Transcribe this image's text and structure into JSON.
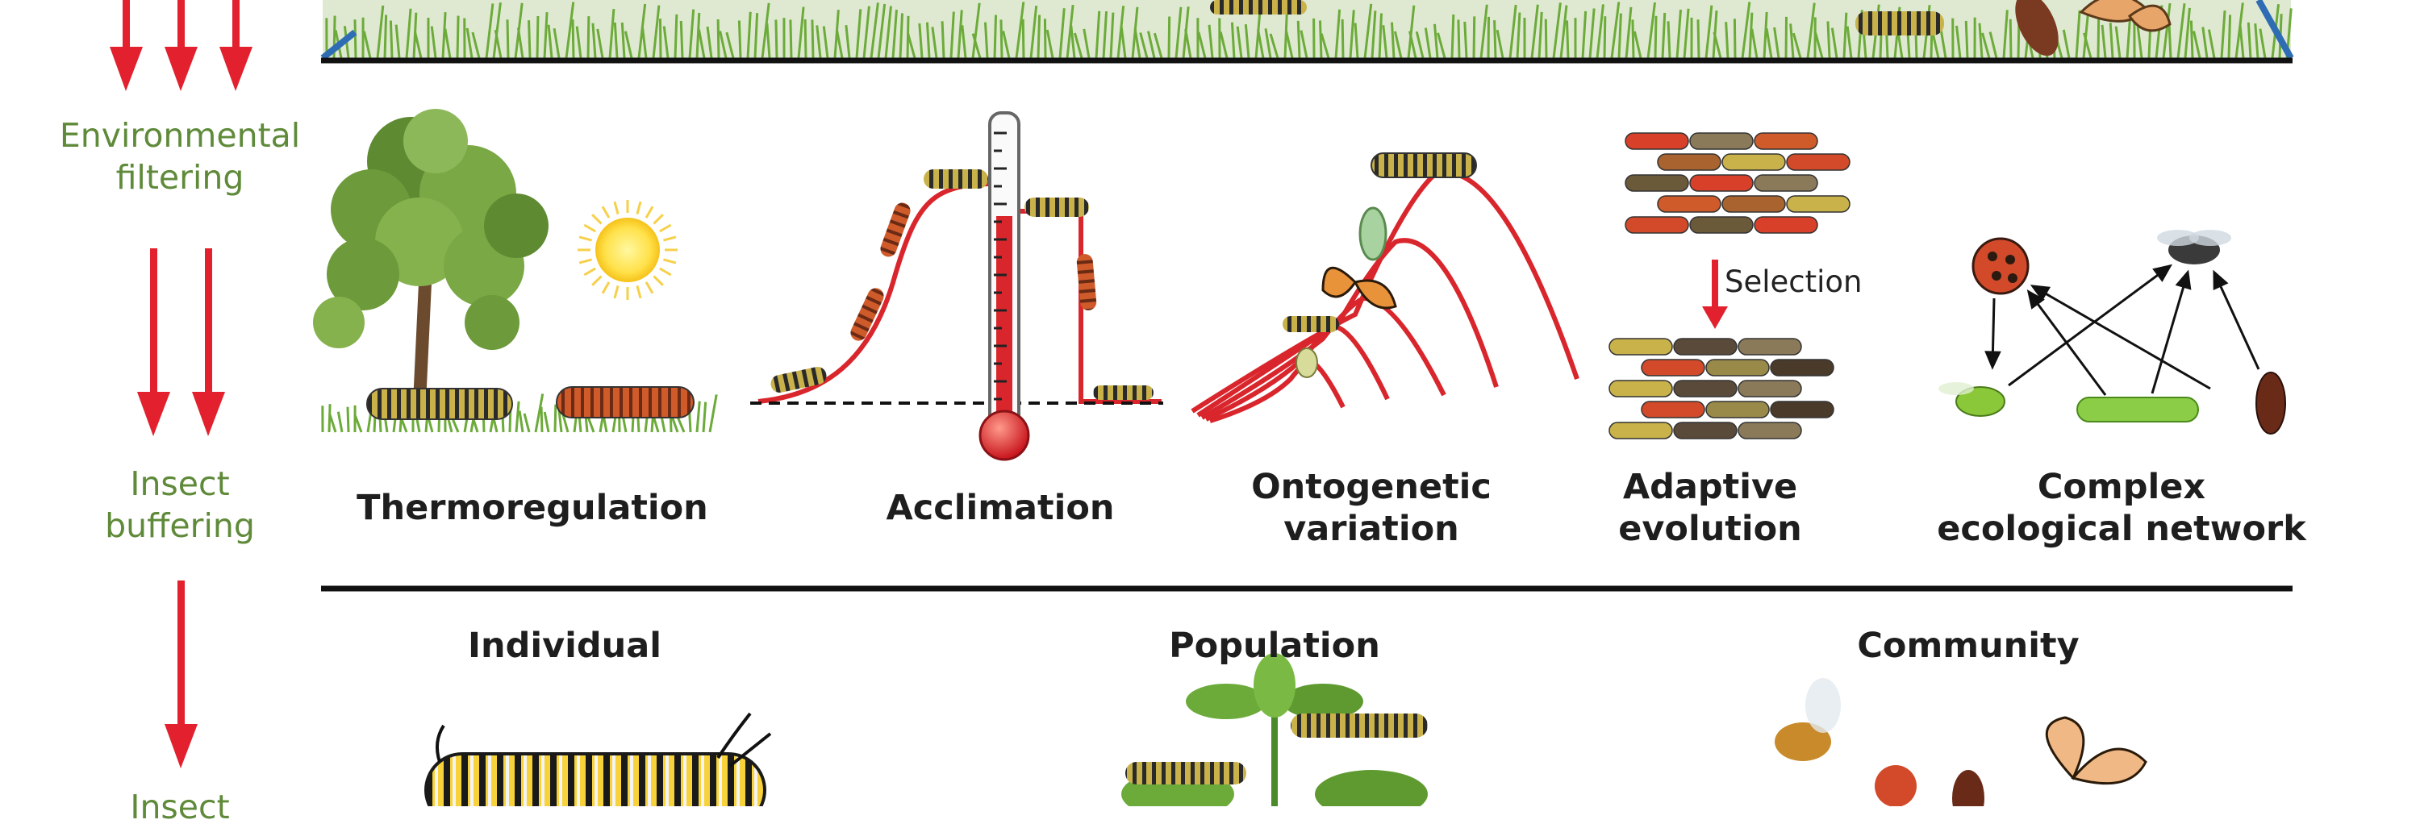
{
  "side_labels": {
    "environmental_filtering": "Environmental\nfiltering",
    "insect_buffering": "Insect\nbuffering",
    "bottom_cut": "Insect"
  },
  "mechanisms": [
    {
      "key": "thermoregulation",
      "label": "Thermoregulation"
    },
    {
      "key": "acclimation",
      "label": "Acclimation"
    },
    {
      "key": "ontogenetic",
      "label": "Ontogenetic\nvariation"
    },
    {
      "key": "adaptive",
      "label": "Adaptive\nevolution"
    },
    {
      "key": "network",
      "label": "Complex\necological network"
    }
  ],
  "selection_label": "Selection",
  "levels": [
    "Individual",
    "Population",
    "Community"
  ],
  "colors": {
    "arrow_red": "#e2202e",
    "side_green": "#5f8a3a",
    "grass": "#6cab3a",
    "sky_line": "#2e6db4",
    "thermo_red": "#d9262c"
  }
}
